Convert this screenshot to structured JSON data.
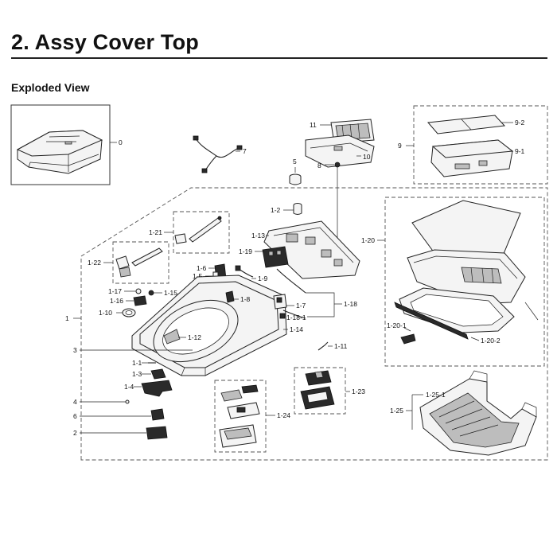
{
  "page_title": "2.  Assy Cover Top",
  "section_label": "Exploded View",
  "labels": {
    "p0": "0",
    "p1": "1",
    "p2": "2",
    "p3": "3",
    "p4": "4",
    "p5": "5",
    "p6": "6",
    "p7": "7",
    "p8": "8",
    "p9": "9",
    "p9_1": "9-1",
    "p9_2": "9-2",
    "p10": "10",
    "p11": "11",
    "p1_1": "1-1",
    "p1_2": "1-2",
    "p1_3": "1-3",
    "p1_4": "1-4",
    "p1_5": "1-5",
    "p1_6": "1-6",
    "p1_7": "1-7",
    "p1_8": "1-8",
    "p1_9": "1-9",
    "p1_10": "1-10",
    "p1_11": "1-11",
    "p1_12": "1-12",
    "p1_13": "1-13",
    "p1_14": "1-14",
    "p1_15": "1-15",
    "p1_16": "1-16",
    "p1_17": "1-17",
    "p1_18": "1-18",
    "p1_18_1": "1-18-1",
    "p1_19": "1-19",
    "p1_20": "1-20",
    "p1_20_1": "1-20-1",
    "p1_20_2": "1-20-2",
    "p1_21": "1-21",
    "p1_22": "1-22",
    "p1_23": "1-23",
    "p1_24": "1-24",
    "p1_25": "1-25",
    "p1_25_1": "1-25-1"
  }
}
